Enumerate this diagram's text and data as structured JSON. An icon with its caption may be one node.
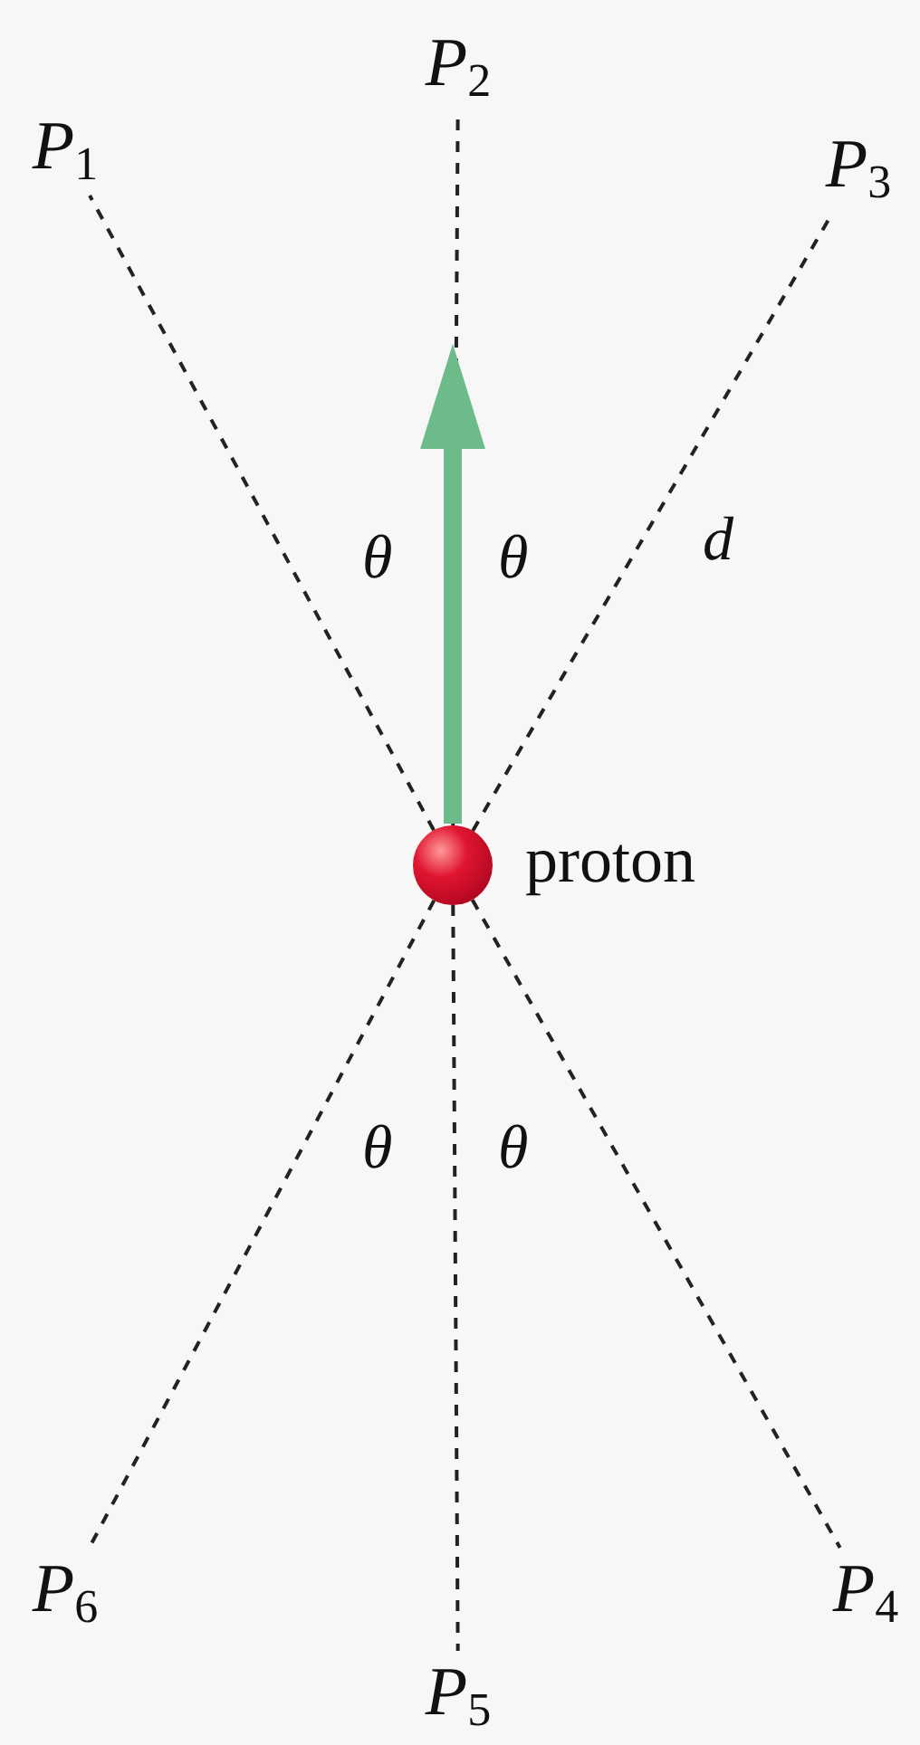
{
  "diagram": {
    "nodes": [
      {
        "text": [],
        "shape": "circle",
        "beside": [
          "proton"
        ]
      },
      {
        "text": [
          "P$_{1}$"
        ]
      },
      {
        "text": [
          "P$_{2}$"
        ]
      },
      {
        "text": [
          "P$_{3}$"
        ]
      },
      {
        "text": [
          "P$_{4}$"
        ]
      },
      {
        "text": [
          "P$_{5}$"
        ]
      },
      {
        "text": [
          "P$_{6}$"
        ]
      }
    ],
    "edges": [
      {
        "from": 0,
        "to": 1,
        "arrow": "none",
        "style": "dashed"
      },
      {
        "from": 0,
        "to": 2,
        "arrow": "none",
        "style": "dashed"
      },
      {
        "from": 0,
        "to": 3,
        "arrow": "none",
        "style": "dashed"
      },
      {
        "from": 0,
        "to": 4,
        "arrow": "none",
        "style": "dashed"
      },
      {
        "from": 0,
        "to": 5,
        "arrow": "none",
        "style": "dashed"
      },
      {
        "from": 0,
        "to": 6,
        "arrow": "none",
        "style": "dashed"
      }
    ],
    "labels": [
      "θ",
      "θ",
      "d",
      "θ",
      "θ"
    ]
  }
}
